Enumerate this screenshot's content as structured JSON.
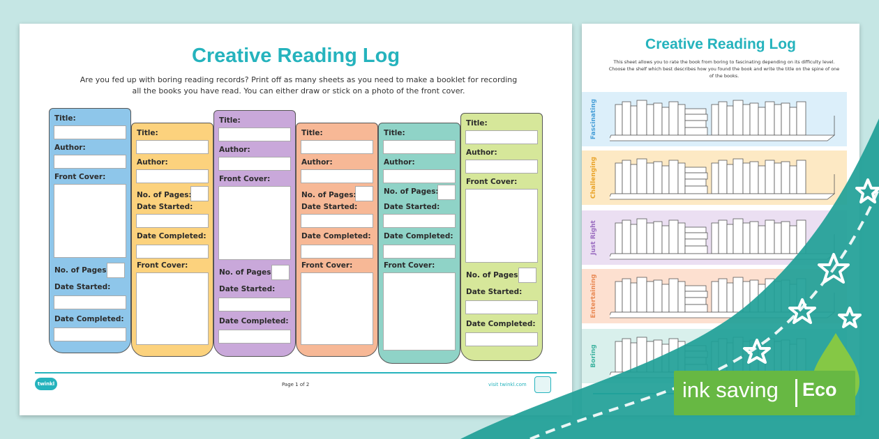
{
  "sheet1": {
    "title": "Creative Reading Log",
    "intro": "Are you fed up with boring reading records? Print off as many sheets as you need to make a booklet for recording all the books you have read. You can either draw or stick on a photo of the front cover.",
    "books": [
      {
        "color": "#8ec6ea",
        "title": "Title:",
        "author": "Author:",
        "front_cover": "Front Cover:",
        "pages": "No. of Pages:",
        "started": "Date Started:",
        "completed": "Date Completed:"
      },
      {
        "color": "#fcd27d",
        "title": "Title:",
        "author": "Author:",
        "pages": "No. of Pages:",
        "started": "Date Started:",
        "completed": "Date Completed:",
        "front_cover": "Front Cover:"
      },
      {
        "color": "#c9a8da",
        "title": "Title:",
        "author": "Author:",
        "front_cover": "Front Cover:",
        "pages": "No. of Pages:",
        "started": "Date Started:",
        "completed": "Date Completed:"
      },
      {
        "color": "#f7b896",
        "title": "Title:",
        "author": "Author:",
        "pages": "No. of Pages:",
        "started": "Date Started:",
        "completed": "Date Completed:",
        "front_cover": "Front Cover:"
      },
      {
        "color": "#8fd3c7",
        "title": "Title:",
        "author": "Author:",
        "pages": "No. of Pages:",
        "started": "Date Started:",
        "completed": "Date Completed:",
        "front_cover": "Front Cover:"
      },
      {
        "color": "#d6e79a",
        "title": "Title:",
        "author": "Author:",
        "front_cover": "Front Cover:",
        "pages": "No. of Pages:",
        "started": "Date Started:",
        "completed": "Date Completed:"
      }
    ],
    "footer_page": "Page 1 of 2",
    "footer_site": "visit twinkl.com",
    "logo": "twinkl"
  },
  "sheet2": {
    "title": "Creative Reading Log",
    "intro": "This sheet allows you to rate the book from boring to fascinating depending on its difficulty level. Choose the shelf which best describes how you found the book and write the title on the spine of one of the books.",
    "shelves": [
      {
        "label": "Fascinating",
        "color": "#dceffa",
        "text_color": "#4aa0d8"
      },
      {
        "label": "Challenging",
        "color": "#fde9c4",
        "text_color": "#e9a42a"
      },
      {
        "label": "Just Right",
        "color": "#ebdff2",
        "text_color": "#9a6cc0"
      },
      {
        "label": "Entertaining",
        "color": "#fde0d0",
        "text_color": "#e98a55"
      },
      {
        "label": "Boring",
        "color": "#d9f0ec",
        "text_color": "#3fb3a0"
      }
    ]
  },
  "badge": {
    "ink_label": "ink saving",
    "eco_label": "Eco",
    "color": "#67b843"
  },
  "colors": {
    "accent": "#25b3bd",
    "background": "#c5e6e4",
    "wave": "#1f9f97"
  }
}
